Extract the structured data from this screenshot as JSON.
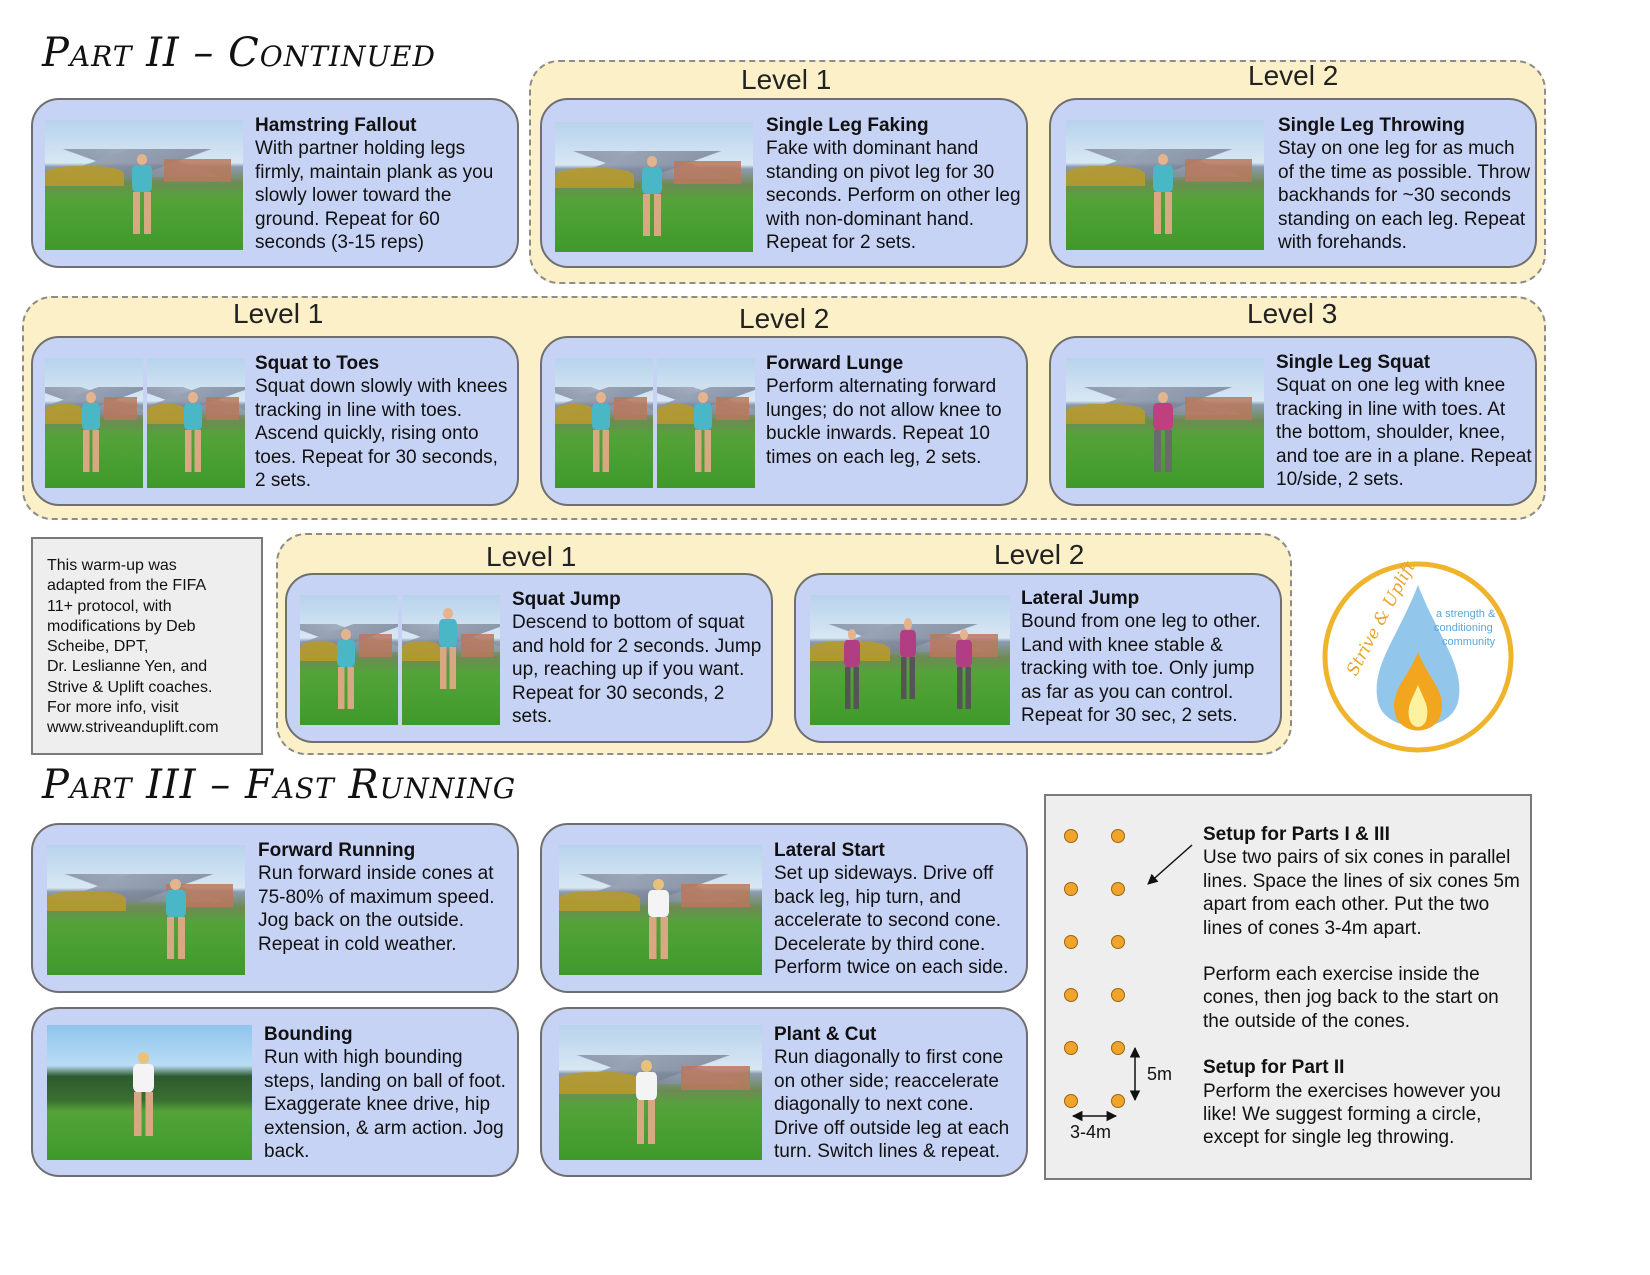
{
  "headings": {
    "part2": "Part II – Continued",
    "part3": "Part III – Fast Running"
  },
  "levels": {
    "row1_l1": "Level 1",
    "row1_l2": "Level 2",
    "row2_l1": "Level 1",
    "row2_l2": "Level 2",
    "row2_l3": "Level 3",
    "row3_l1": "Level 1",
    "row3_l2": "Level 2"
  },
  "cards": {
    "hamstring": {
      "title": "Hamstring Fallout",
      "body": "With partner holding legs firmly, maintain plank as you slowly lower toward the ground. Repeat for 60 seconds (3-15 reps)"
    },
    "faking": {
      "title": "Single Leg Faking",
      "body": "Fake with dominant hand standing on pivot leg for 30 seconds. Perform on other leg with non-dominant hand. Repeat for 2 sets."
    },
    "throwing": {
      "title": "Single Leg Throwing",
      "body": "Stay on one leg for as much of the time as possible. Throw backhands for ~30 seconds standing on each leg. Repeat with forehands."
    },
    "squat_toes": {
      "title": "Squat to Toes",
      "body": "Squat down slowly with knees tracking in line with toes. Ascend quickly, rising onto toes. Repeat for 30 seconds, 2 sets."
    },
    "lunge": {
      "title": "Forward Lunge",
      "body": "Perform alternating forward lunges; do not allow knee to buckle inwards. Repeat 10 times on each leg, 2 sets."
    },
    "single_squat": {
      "title": "Single Leg Squat",
      "body": "Squat on one leg with knee tracking in line with toes. At the bottom, shoulder, knee, and toe are in a plane. Repeat 10/side, 2 sets."
    },
    "squat_jump": {
      "title": "Squat Jump",
      "body": "Descend to bottom of squat and hold for 2 seconds. Jump up, reaching up if you want. Repeat for 30 seconds, 2 sets."
    },
    "lateral_jump": {
      "title": "Lateral Jump",
      "body": "Bound from one leg to other. Land with knee stable & tracking with toe. Only jump as far as you can control. Repeat for 30 sec, 2 sets."
    },
    "forward_running": {
      "title": "Forward Running",
      "body": "Run forward inside cones at 75-80% of maximum speed. Jog back on the outside. Repeat in cold weather."
    },
    "lateral_start": {
      "title": "Lateral Start",
      "body": "Set up sideways. Drive off back leg, hip turn, and accelerate to second cone. Decelerate by third cone. Perform twice on each side."
    },
    "bounding": {
      "title": "Bounding",
      "body": "Run with high bounding steps, landing on ball of foot. Exaggerate knee drive, hip extension, & arm action. Jog back."
    },
    "plant_cut": {
      "title": "Plant & Cut",
      "body": "Run diagonally to first cone on other side; reaccelerate diagonally to next cone. Drive off outside leg at each turn. Switch lines & repeat."
    }
  },
  "note": {
    "text": "This warm-up was\nadapted from the FIFA\n11+ protocol, with\nmodifications by Deb\nScheibe, DPT,\nDr. Leslianne Yen, and\nStrive & Uplift coaches.\nFor more info, visit\nwww.striveanduplift.com"
  },
  "logo": {
    "name": "Strive & Uplift",
    "tagline1": "a strength &",
    "tagline2": "conditioning",
    "tagline3": "community"
  },
  "setup": {
    "title1": "Setup for Parts I & III",
    "body1": "Use two pairs of six cones in parallel lines. Space the lines of six cones 5m apart from each other. Put the two lines of cones 3-4m apart.",
    "body2": "Perform each exercise inside the cones, then jog back to the start on the outside of the cones.",
    "title2": "Setup for Part II",
    "body3": "Perform the exercises however you like! We suggest forming a circle, except for single leg throwing.",
    "label_5m": "5m",
    "label_34m": "3-4m"
  },
  "colors": {
    "card_bg": "#c7d3f5",
    "group_bg": "#fcf0c9",
    "cone": "#f0a42c"
  }
}
